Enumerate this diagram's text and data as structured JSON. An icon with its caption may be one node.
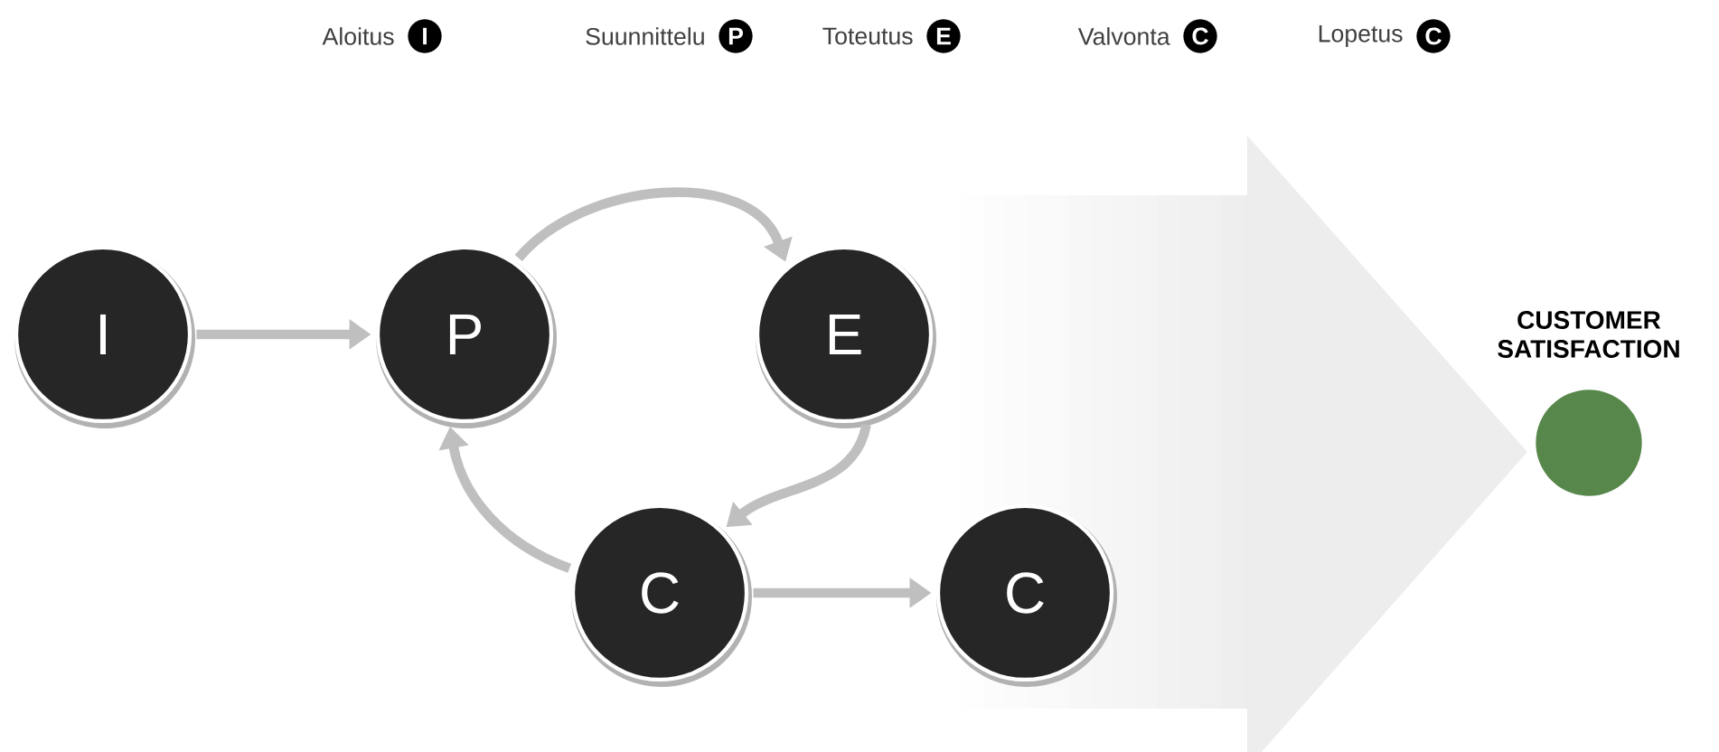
{
  "diagram": {
    "nodes": [
      {
        "text": [
          "I"
        ]
      },
      {
        "text": [
          "P"
        ]
      },
      {
        "text": [
          "E"
        ]
      },
      {
        "text": [
          "C"
        ]
      },
      {
        "text": [
          "C"
        ]
      },
      {
        "text": [
          "CUSTOMER SATISFACTION"
        ]
      }
    ],
    "edges": [
      {
        "from": 0,
        "to": 1,
        "arrow": "to"
      },
      {
        "from": 1,
        "to": 2,
        "arrow": "to"
      },
      {
        "from": 2,
        "to": 3,
        "arrow": "to"
      },
      {
        "from": 3,
        "to": 1,
        "arrow": "to"
      },
      {
        "from": 3,
        "to": 4,
        "arrow": "to"
      }
    ],
    "labels": [
      "I",
      "P",
      "E",
      "C",
      "C"
    ],
    "legend": [
      {
        "text": "Aloitus"
      },
      {
        "text": "Suunnittelu"
      },
      {
        "text": "Toteutus"
      },
      {
        "text": "Valvonta"
      },
      {
        "text": "Lopetus"
      }
    ]
  }
}
